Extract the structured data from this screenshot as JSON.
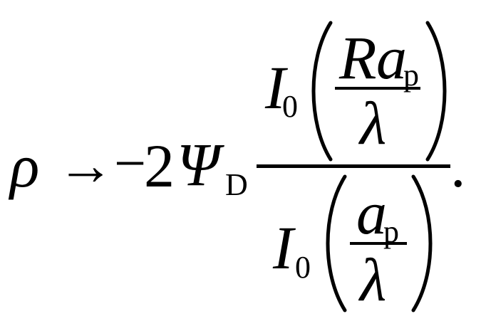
{
  "equation": {
    "lhs": "ρ",
    "arrow": "→",
    "minus": "−",
    "coefficient": "2",
    "psi": "Ψ",
    "psi_subscript": "D",
    "numerator": {
      "bessel": "I",
      "bessel_subscript": "0",
      "arg_numerator_R": "R",
      "arg_numerator_a": "a",
      "arg_numerator_subscript": "p",
      "arg_denominator": "λ"
    },
    "denominator": {
      "bessel": "I",
      "bessel_subscript": "0",
      "arg_numerator_a": "a",
      "arg_numerator_subscript": "p",
      "arg_denominator": "λ"
    },
    "terminal_punctuation": "."
  }
}
